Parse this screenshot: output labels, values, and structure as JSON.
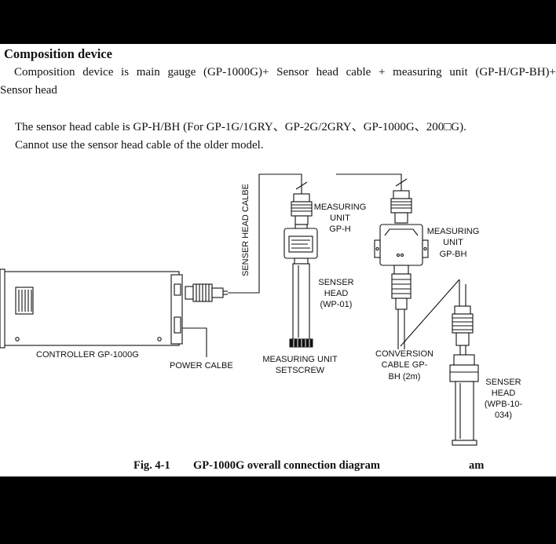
{
  "heading": "Composition device",
  "intro_lines": [
    "Composition device is main gauge (GP-1000G)+ Sensor head cable + measuring unit (GP-H/GP-BH)+",
    "Sensor head"
  ],
  "note_lines": [
    "The sensor head cable is GP-H/BH (For GP-1G/1GRY、GP-2G/2GRY、GP-1000G、200□G).",
    "Cannot use the sensor head cable of the older model."
  ],
  "diagram": {
    "sensor_head_cable": "SENSER HEAD CALBE",
    "measuring_unit_gph": [
      "MEASURING",
      "UNIT",
      "GP-H"
    ],
    "measuring_unit_gpbh": [
      "MEASURING",
      "UNIT",
      "GP-BH"
    ],
    "sensor_head_wp01": [
      "SENSER",
      "HEAD",
      "(WP-01)"
    ],
    "controller": "CONTROLLER GP-1000G",
    "power_cable": "POWER CALBE",
    "measuring_unit_setscrew": [
      "MEASURING UNIT",
      "SETSCREW"
    ],
    "conversion_cable": [
      "CONVERSION",
      "CABLE GP-",
      "BH (2m)"
    ],
    "sensor_head_wpb": [
      "SENSER",
      "HEAD",
      "(WPB-10-",
      "034)"
    ]
  },
  "caption": {
    "figure_number": "Fig. 4-1",
    "title": "GP-1000G overall connection diagram",
    "suffix": "am"
  }
}
